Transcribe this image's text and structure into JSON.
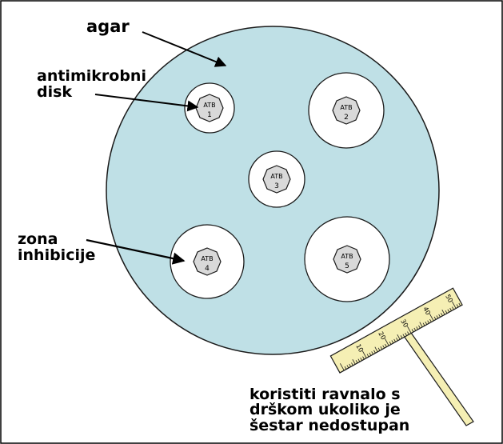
{
  "labels": {
    "agar": "agar",
    "disk": [
      "antimikrobni",
      "disk"
    ],
    "zone": [
      "zona",
      "inhibicije"
    ],
    "note": [
      "koristiti ravnalo s",
      "drškom ukoliko je",
      "šestar nedostupan"
    ]
  },
  "discs": [
    {
      "code": "ATB",
      "number": "1"
    },
    {
      "code": "ATB",
      "number": "2"
    },
    {
      "code": "ATB",
      "number": "3"
    },
    {
      "code": "ATB",
      "number": "4"
    },
    {
      "code": "ATB",
      "number": "5"
    }
  ],
  "ruler": {
    "tick_labels": [
      "10",
      "20",
      "30",
      "40",
      "50"
    ]
  },
  "colors": {
    "agar": "#bfe0e6",
    "zone": "#ffffff",
    "disk": "#d9d9d9",
    "ruler": "#f5efb4",
    "outline": "#1a1a1a"
  }
}
